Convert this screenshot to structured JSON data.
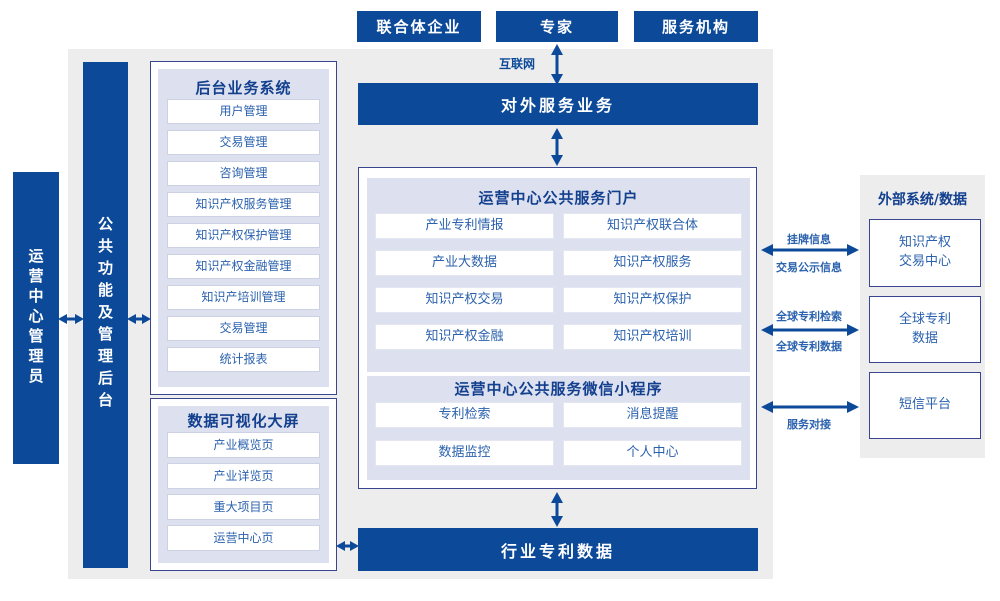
{
  "colors": {
    "primary_blue": "#0c4a99",
    "lavender_panel": "#dde1ef",
    "background_gray": "#ededee",
    "border_navy": "#39458f",
    "item_text_blue": "#2b62ae",
    "header_text_blue": "#123f8e"
  },
  "top_actors": [
    "联合体企业",
    "专家",
    "服务机构"
  ],
  "network": {
    "label": "互联网"
  },
  "external_service_bar": {
    "label": "对外服务业务"
  },
  "left": {
    "admin_bar": "运营中心管理员",
    "backend_bar": "公共功能及管理后台"
  },
  "backend_system": {
    "title": "后台业务系统",
    "items": [
      "用户管理",
      "交易管理",
      "咨询管理",
      "知识产权服务管理",
      "知识产权保护管理",
      "知识产权金融管理",
      "知识产培训管理",
      "交易管理",
      "统计报表"
    ]
  },
  "dashboard": {
    "title": "数据可视化大屏",
    "items": [
      "产业概览页",
      "产业详览页",
      "重大项目页",
      "运营中心页"
    ]
  },
  "portal": {
    "title": "运营中心公共服务门户",
    "items": [
      "产业专利情报",
      "知识产权联合体",
      "产业大数据",
      "知识产权服务",
      "知识产权交易",
      "知识产权保护",
      "知识产权金融",
      "知识产权培训"
    ]
  },
  "miniprogram": {
    "title": "运营中心公共服务微信小程序",
    "items": [
      "专利检索",
      "消息提醒",
      "数据监控",
      "个人中心"
    ]
  },
  "industry_patent_bar": {
    "label": "行业专利数据"
  },
  "external_panel": {
    "title": "外部系统/数据",
    "systems": [
      "知识产权交易中心",
      "全球专利数据",
      "短信平台"
    ]
  },
  "links": [
    {
      "label_above": "挂牌信息",
      "label_below": "交易公示信息"
    },
    {
      "label_above": "全球专利检索",
      "label_below": "全球专利数据"
    },
    {
      "label_below": "服务对接"
    }
  ]
}
